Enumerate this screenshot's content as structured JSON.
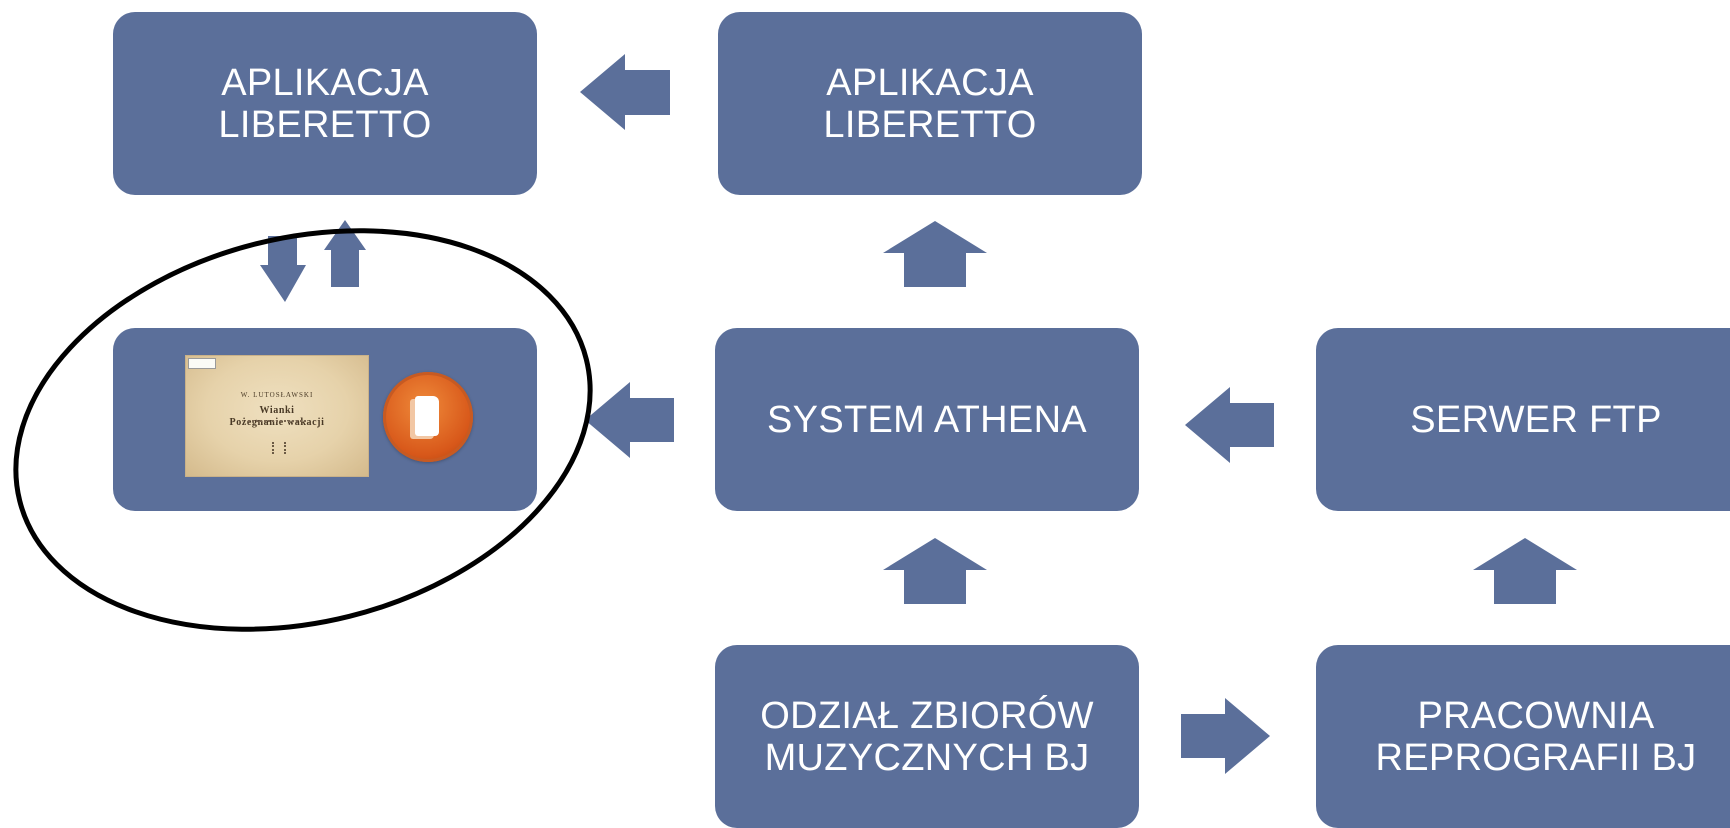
{
  "diagram": {
    "nodes": {
      "aplikacja_1": "APLIKACJA\nLIBERETTO",
      "aplikacja_2": "APLIKACJA\nLIBERETTO",
      "athena": "SYSTEM ATHENA",
      "ftp": "SERWER FTP",
      "odzial": "ODZIAŁ ZBIORÓW\nMUZYCZNYCH BJ",
      "pracownia": "PRACOWNIA\nREPROGRAFII BJ"
    },
    "thumbnail": {
      "author": "W. LUTOSŁAWSKI",
      "title_line1": "Wianki",
      "title_line2": "Pożegnanie wakacji"
    },
    "icons": {
      "app_icon": "book-app-icon",
      "arrow": "block-arrow-icon"
    },
    "colors": {
      "node_fill": "#5b6f9a",
      "node_text": "#ffffff",
      "highlight_ring": "#000000"
    },
    "edges": [
      {
        "from": "aplikacja_2",
        "to": "aplikacja_1"
      },
      {
        "from": "athena",
        "to": "aplikacja_2"
      },
      {
        "from": "athena",
        "to": "mobile_app"
      },
      {
        "from": "aplikacja_1",
        "to": "mobile_app"
      },
      {
        "from": "mobile_app",
        "to": "aplikacja_1"
      },
      {
        "from": "ftp",
        "to": "athena"
      },
      {
        "from": "odzial",
        "to": "athena"
      },
      {
        "from": "pracownia",
        "to": "ftp"
      },
      {
        "from": "odzial",
        "to": "pracownia"
      }
    ]
  }
}
